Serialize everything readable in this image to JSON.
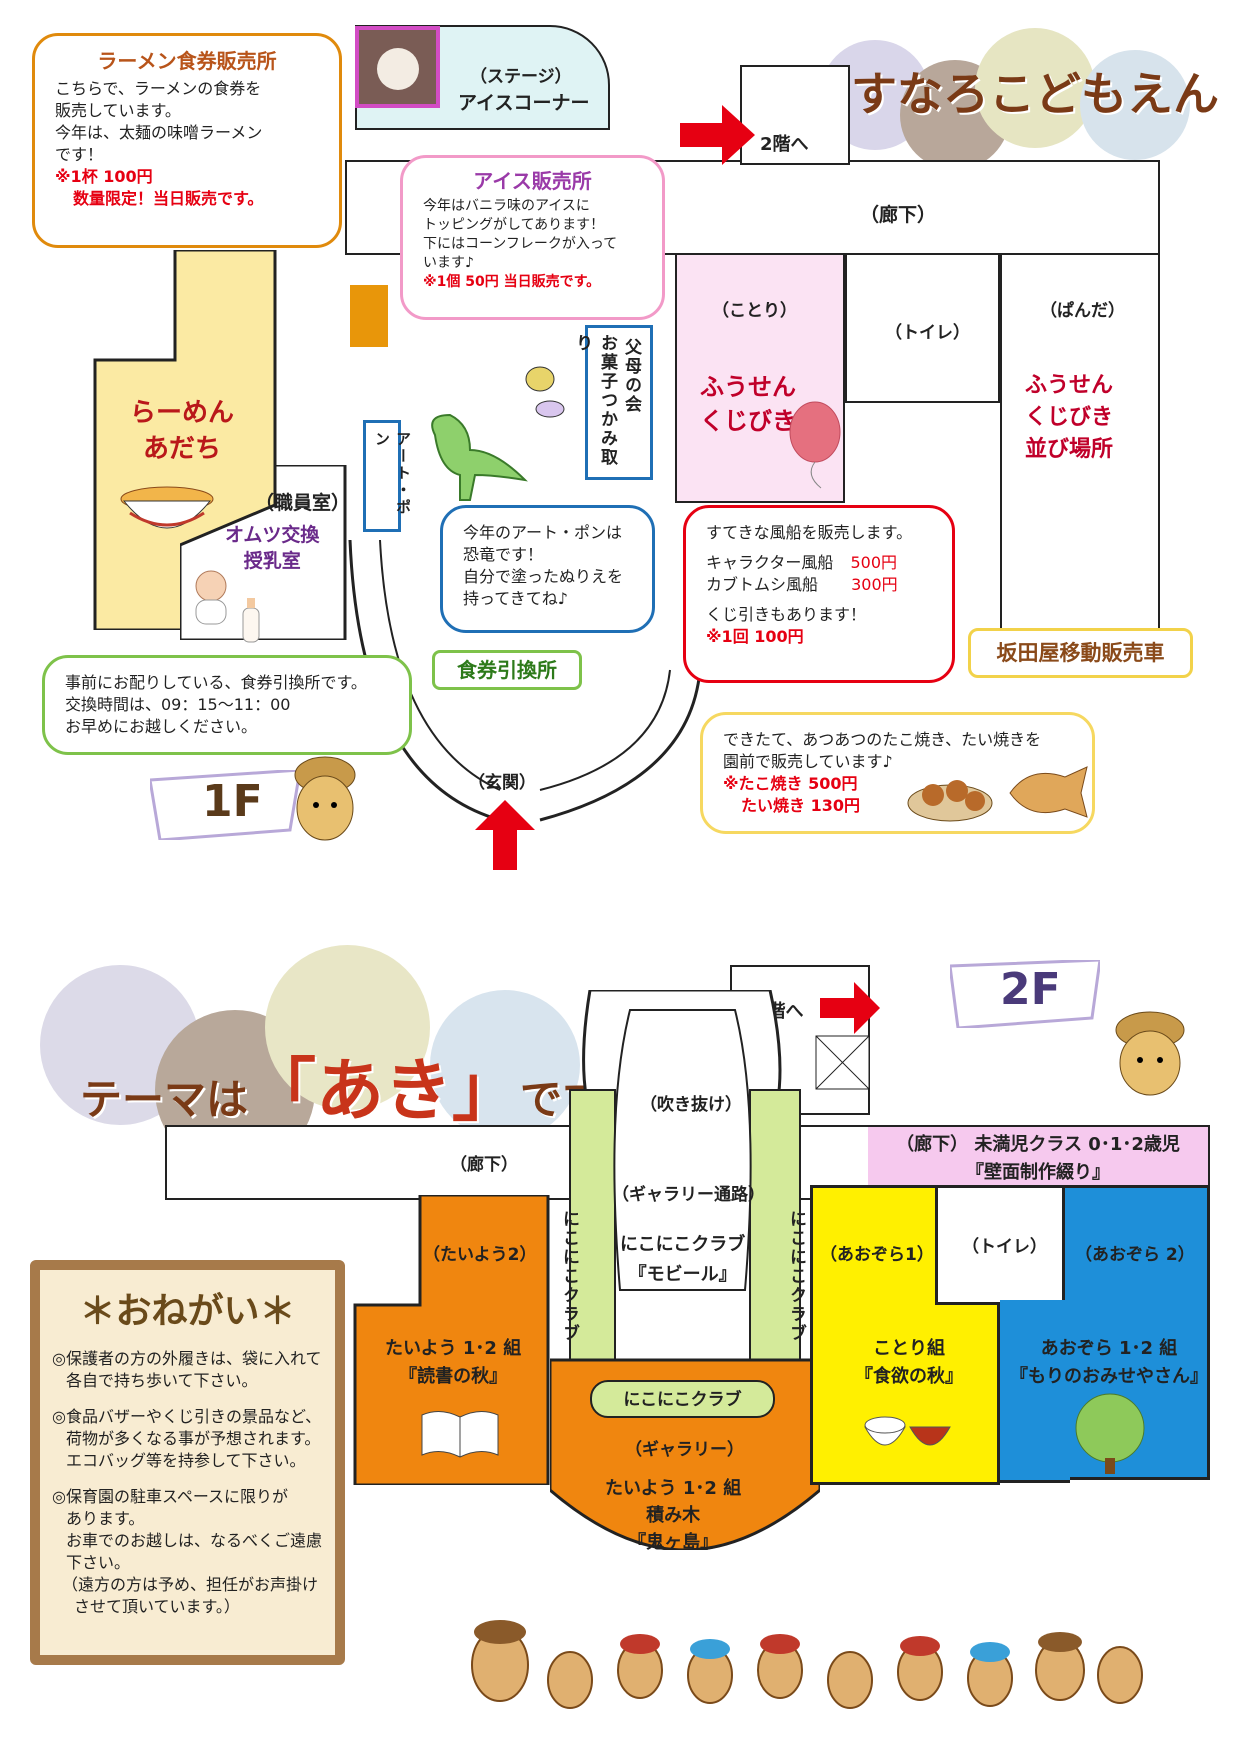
{
  "floor1": {
    "title": "あすなろこどもえん",
    "floor_badge": "1F",
    "to_2f": "2階へ",
    "stage": {
      "label1": "（ステージ）",
      "label2": "アイスコーナー"
    },
    "ramen_booth": {
      "title": "ラーメン食券販売所",
      "lines": [
        "こちらで、ラーメンの食券を",
        "販売しています。",
        "今年は、太麺の味噌ラーメン",
        "です！"
      ],
      "price": "※1杯 100円",
      "limit": "数量限定！当日販売です。"
    },
    "ice_booth": {
      "title": "アイス販売所",
      "lines": [
        "今年はバニラ味のアイスに",
        "トッピングがしてあります！",
        "下にはコーンフレークが入って",
        "います♪"
      ],
      "price": "※1個 50円 当日販売です。"
    },
    "corridor": "（廊下）",
    "kotori": "（ことり）",
    "toilet": "（トイレ）",
    "panda": "（ぱんだ）",
    "balloon_lottery": [
      "ふうせん",
      "くじびき"
    ],
    "balloon_queue": [
      "ふうせん",
      "くじびき",
      "並び場所"
    ],
    "ramen_room": [
      "らーめん",
      "あだち"
    ],
    "staff_room": "（職員室）",
    "diaper": [
      "オムツ交換",
      "授乳室"
    ],
    "parents_candy": [
      "父母の会",
      "お菓子つかみ取り"
    ],
    "art_pon": "アート・ポン",
    "art_bubble": [
      "今年のアート・ポンは",
      "恐竜です！",
      "自分で塗ったぬりえを",
      "持ってきてね♪"
    ],
    "balloon_bubble": {
      "intro": "すてきな風船を販売します。",
      "items": [
        {
          "name": "キャラクター風船",
          "price": "500円"
        },
        {
          "name": "カブトムシ風船",
          "price": "300円"
        }
      ],
      "lottery": "くじ引きもあります！",
      "lottery_price": "※1回 100円"
    },
    "ticket_exchange": {
      "title": "食券引換所",
      "lines": [
        "事前にお配りしている、食券引換所です。",
        "交換時間は、09：15〜11：00",
        "お早めにお越しください。"
      ]
    },
    "entrance": "（玄関）",
    "truck": {
      "title": "坂田屋移動販売車",
      "lines": [
        "できたて、あつあつのたこ焼き、たい焼きを",
        "園前で販売しています♪"
      ],
      "price1": "※たこ焼き 500円",
      "price2": "たい焼き 130円"
    }
  },
  "floor2": {
    "theme_prefix": "テーマは",
    "theme_word": "「あき」",
    "theme_suffix": "です",
    "floor_badge": "2F",
    "to_1f": "1階へ",
    "corridor": "（廊下）",
    "atrium": "（吹き抜け）",
    "gallery_passage": "（ギャラリー通路）",
    "nikoniko_mobile": [
      "にこにこクラブ",
      "『モビール』"
    ],
    "nikoniko_side": "にこにこクラブ",
    "nikoniko_banner": "にこにこクラブ",
    "infant_class": [
      "（廊下） 未満児クラス 0･1･2歳児",
      "『壁面制作綴り』"
    ],
    "taiyou2": "（たいよう2）",
    "taiyou_class": [
      "たいよう 1･2 組",
      "『読書の秋』"
    ],
    "gallery": "（ギャラリー）",
    "gallery_work": [
      "たいよう 1･2 組",
      "積み木",
      "『鬼ヶ島』"
    ],
    "aozora1": "（あおぞら1）",
    "toilet": "（トイレ）",
    "aozora2": "（あおぞら 2）",
    "kotori_class": [
      "ことり組",
      "『食欲の秋』"
    ],
    "aozora_class": [
      "あおぞら 1･2 組",
      "『もりのおみせやさん』"
    ]
  },
  "notice": {
    "title": "＊おねがい＊",
    "items": [
      [
        "◎保護者の方の外履きは、袋に入れて",
        "各自で持ち歩いて下さい。"
      ],
      [
        "◎食品バザーやくじ引きの景品など、",
        "荷物が多くなる事が予想されます。",
        "エコバッグ等を持参して下さい。"
      ],
      [
        "◎保育園の駐車スペースに限りが",
        "あります。",
        "お車でのお越しは、なるべくご遠慮",
        "下さい。",
        "（遠方の方は予め、担任がお声掛け",
        "させて頂いています。）"
      ]
    ]
  },
  "colors": {
    "ramen_yellow": "#fbeaa3",
    "kotori_pink": "#fbe3f3",
    "stage_cyan": "#dff3f4",
    "orange": "#f0860f",
    "green": "#d4ea9a",
    "yellow": "#fff000",
    "blue": "#1e8fd9",
    "pink_band": "#f6c9ee",
    "red": "#e60012"
  }
}
